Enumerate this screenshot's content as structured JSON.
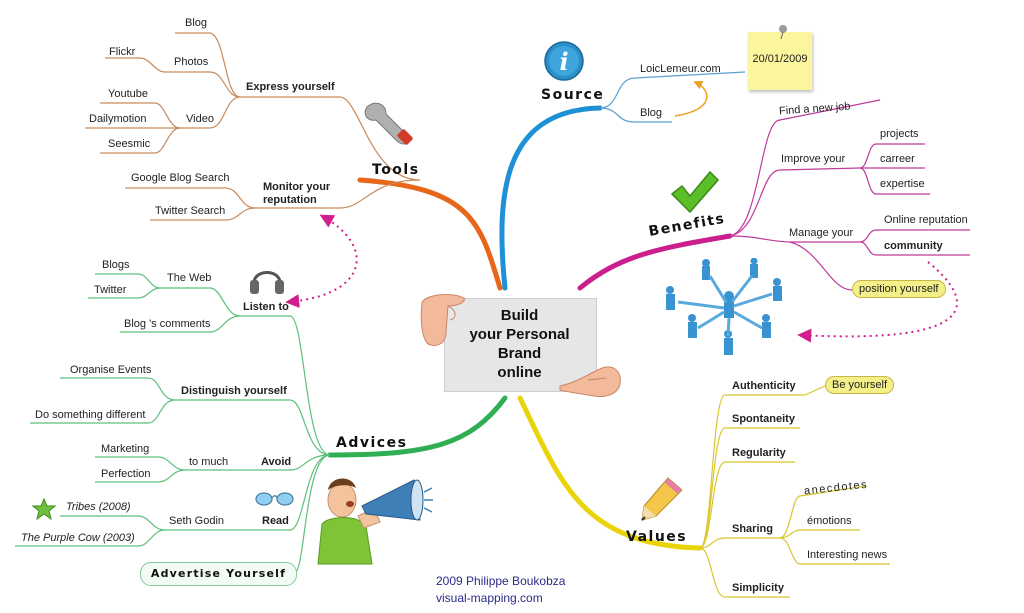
{
  "center": {
    "title": "Build\nyour Personal\nBrand\nonline"
  },
  "branches": {
    "tools": "Tools",
    "source": "Source",
    "benefits": "Benefits",
    "values": "Values",
    "advices": "Advices"
  },
  "tools": {
    "express": "Express yourself",
    "photos": "Photos",
    "blog": "Blog",
    "flickr": "Flickr",
    "video": "Video",
    "youtube": "Youtube",
    "dailymotion": "Dailymotion",
    "seesmic": "Seesmic",
    "monitor": "Monitor your\nreputation",
    "google_blog_search": "Google Blog Search",
    "twitter_search": "Twitter Search"
  },
  "source": {
    "loiclemeur": "LoicLemeur.com",
    "blog": "Blog",
    "date": "20/01/2009"
  },
  "benefits": {
    "find_job": "Find a new job",
    "improve": "Improve your",
    "projects": "projects",
    "carreer": "carreer",
    "expertise": "expertise",
    "manage": "Manage your",
    "online_reputation": "Online reputation",
    "community": "community",
    "position": "position yourself"
  },
  "values": {
    "authenticity": "Authenticity",
    "be_yourself": "Be yourself",
    "spontaneity": "Spontaneity",
    "regularity": "Regularity",
    "sharing": "Sharing",
    "anecdotes": "anecdotes",
    "emotions": "émotions",
    "interesting_news": "Interesting news",
    "simplicity": "Simplicity"
  },
  "advices": {
    "listen": "Listen to",
    "the_web": "The Web",
    "blogs": "Blogs",
    "twitter": "Twitter",
    "blog_comments": "Blog 's comments",
    "distinguish": "Distinguish yourself",
    "organise_events": "Organise Events",
    "do_something": "Do something different",
    "avoid": "Avoid",
    "to_much": "to much",
    "marketing": "Marketing",
    "perfection": "Perfection",
    "read": "Read",
    "seth_godin": "Seth Godin",
    "tribes": "Tribes (2008)",
    "purple_cow": "The Purple Cow (2003)",
    "advertise": "Advertise Yourself"
  },
  "footer": {
    "credit": "2009 Philippe Boukobza",
    "site": "visual-mapping.com"
  },
  "colors": {
    "tools": "#e07b22",
    "source": "#1e90d6",
    "benefits": "#cc1f8e",
    "values": "#e9d40a",
    "advices": "#2fae54",
    "tools_sub": "#c98a5a",
    "source_sub": "#5aa0d0",
    "benefits_sub": "#c03a9b",
    "values_sub": "#d9c62a",
    "advices_sub": "#5cc07a",
    "dotted": "#d21e8e"
  },
  "icons": [
    "wrench-icon",
    "info-icon",
    "checkmark-icon",
    "network-people-icon",
    "pencil-icon",
    "headphones-icon",
    "megaphone-man-icon",
    "glasses-icon",
    "star-icon",
    "hand-icon",
    "pushpin-icon"
  ]
}
